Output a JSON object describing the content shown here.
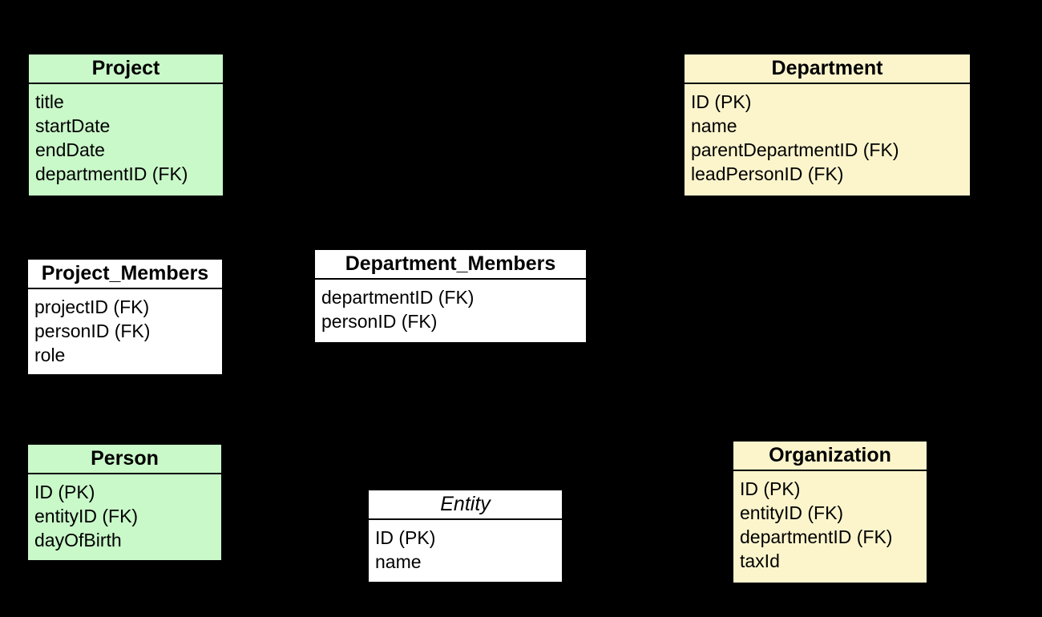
{
  "diagram": {
    "kind": "entity-relationship-diagram",
    "background_color": "#000000",
    "colors": {
      "green_table": "#c9f8c9",
      "yellow_table": "#fcf5cc",
      "white_table": "#ffffff",
      "border": "#000000",
      "text": "#000000"
    }
  },
  "tables": {
    "project": {
      "title": "Project",
      "fields": [
        "title",
        "startDate",
        "endDate",
        "departmentID (FK)"
      ]
    },
    "department": {
      "title": "Department",
      "fields": [
        "ID (PK)",
        "name",
        "parentDepartmentID (FK)",
        "leadPersonID (FK)"
      ]
    },
    "project_members": {
      "title": "Project_Members",
      "fields": [
        "projectID (FK)",
        "personID (FK)",
        "role"
      ]
    },
    "department_members": {
      "title": "Department_Members",
      "fields": [
        "departmentID (FK)",
        "personID (FK)"
      ]
    },
    "person": {
      "title": "Person",
      "fields": [
        "ID (PK)",
        "entityID (FK)",
        "dayOfBirth"
      ]
    },
    "entity": {
      "title": "Entity",
      "fields": [
        "ID (PK)",
        "name"
      ]
    },
    "organization": {
      "title": "Organization",
      "fields": [
        "ID (PK)",
        "entityID (FK)",
        "departmentID (FK)",
        "taxId"
      ]
    }
  }
}
